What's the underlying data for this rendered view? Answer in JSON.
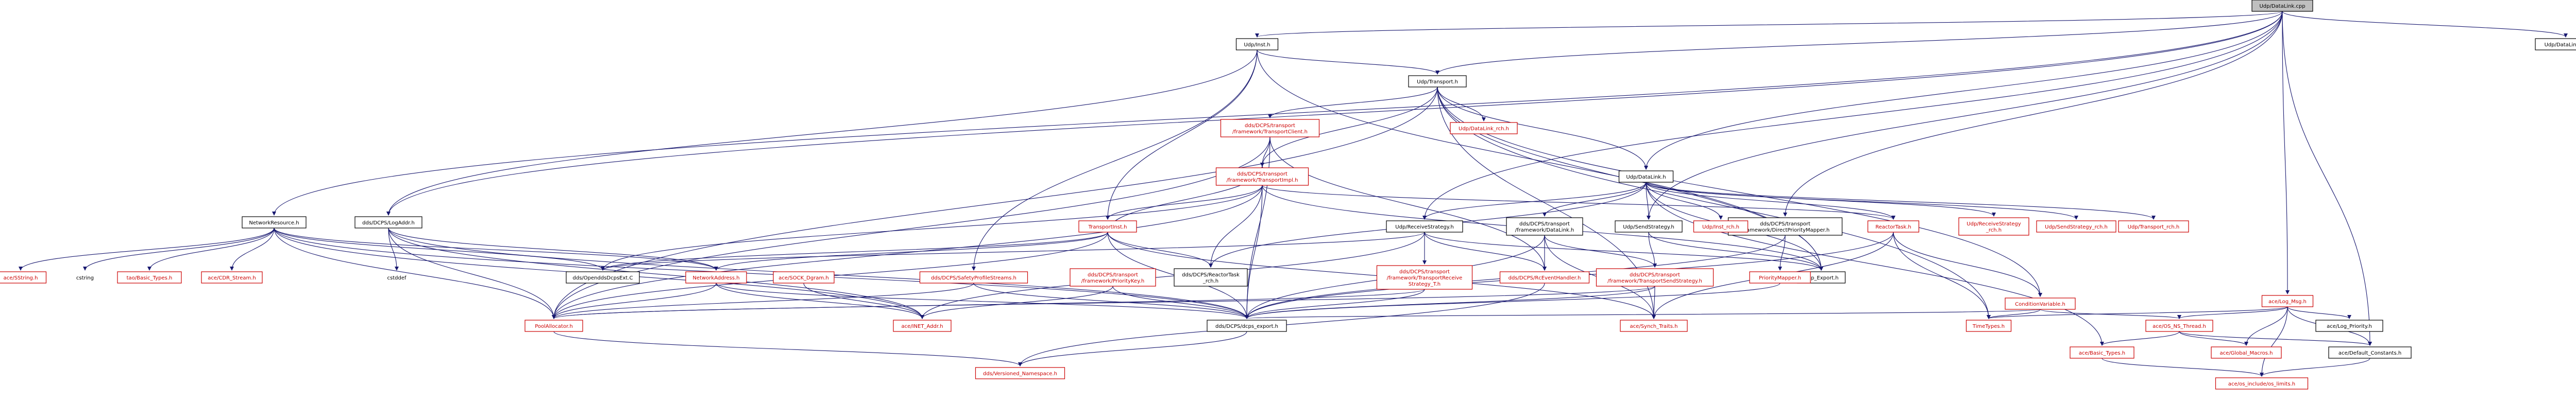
{
  "colors": {
    "edge": "#191970",
    "text_black": "#000000",
    "text_red": "#cc0000",
    "border_black": "#000000",
    "border_red": "#cc0000",
    "fill_root": "#bfbfbf",
    "fill_white": "#ffffff"
  },
  "nodes": [
    {
      "id": "root",
      "lines": [
        "Udp/DataLink.cpp"
      ],
      "style": "root"
    },
    {
      "id": "udp_inst",
      "lines": [
        "Udp/Inst.h"
      ],
      "style": "black"
    },
    {
      "id": "udp_transport",
      "lines": [
        "Udp/Transport.h"
      ],
      "style": "black"
    },
    {
      "id": "udp_datalink_inl",
      "lines": [
        "Udp/DataLink.inl"
      ],
      "style": "black"
    },
    {
      "id": "network_resource",
      "lines": [
        "NetworkResource.h"
      ],
      "style": "black"
    },
    {
      "id": "dds_logaddr",
      "lines": [
        "dds/DCPS/LogAddr.h"
      ],
      "style": "black"
    },
    {
      "id": "transport_client",
      "lines": [
        "dds/DCPS/transport",
        "/framework/TransportClient.h"
      ],
      "style": "red"
    },
    {
      "id": "udp_datalink_rch",
      "lines": [
        "Udp/DataLink_rch.h"
      ],
      "style": "red"
    },
    {
      "id": "transport_impl",
      "lines": [
        "dds/DCPS/transport",
        "/framework/TransportImpl.h"
      ],
      "style": "red"
    },
    {
      "id": "udp_datalink_h",
      "lines": [
        "Udp/DataLink.h"
      ],
      "style": "black"
    },
    {
      "id": "direct_priority_mapper",
      "lines": [
        "dds/DCPS/transport",
        "/framework/DirectPriorityMapper.h"
      ],
      "style": "black"
    },
    {
      "id": "transport_inst",
      "lines": [
        "TransportInst.h"
      ],
      "style": "red"
    },
    {
      "id": "udp_receive_strategy",
      "lines": [
        "Udp/ReceiveStrategy.h"
      ],
      "style": "black"
    },
    {
      "id": "dcps_datalink",
      "lines": [
        "dds/DCPS/transport",
        "/framework/DataLink.h"
      ],
      "style": "black"
    },
    {
      "id": "udp_send_strategy",
      "lines": [
        "Udp/SendStrategy.h"
      ],
      "style": "black"
    },
    {
      "id": "udp_inst_rch",
      "lines": [
        "Udp/Inst_rch.h"
      ],
      "style": "red"
    },
    {
      "id": "reactor_task",
      "lines": [
        "ReactorTask.h"
      ],
      "style": "red"
    },
    {
      "id": "udp_recv_strategy_rch",
      "lines": [
        "Udp/ReceiveStrategy",
        "_rch.h"
      ],
      "style": "red"
    },
    {
      "id": "udp_send_strategy_rch",
      "lines": [
        "Udp/SendStrategy_rch.h"
      ],
      "style": "red"
    },
    {
      "id": "udp_transport_rch",
      "lines": [
        "Udp/Transport_rch.h"
      ],
      "style": "red"
    },
    {
      "id": "udp_datalink_inl2",
      "lines": [
        "Udp/DataLink.inl"
      ],
      "style": "black"
    },
    {
      "id": "ace_log_msg",
      "lines": [
        "ace/Log_Msg.h"
      ],
      "style": "red"
    },
    {
      "id": "ace_sstring",
      "lines": [
        "ace/SString.h"
      ],
      "style": "red"
    },
    {
      "id": "cstring",
      "lines": [
        "cstring"
      ],
      "style": "gray"
    },
    {
      "id": "tao_basic_types",
      "lines": [
        "tao/Basic_Types.h"
      ],
      "style": "red"
    },
    {
      "id": "ace_cdr_stream",
      "lines": [
        "ace/CDR_Stream.h"
      ],
      "style": "red"
    },
    {
      "id": "cstddef",
      "lines": [
        "cstddef"
      ],
      "style": "gray"
    },
    {
      "id": "opendds_config",
      "lines": [
        "dds/OpenddsDcpsExt.C"
      ],
      "style": "black"
    },
    {
      "id": "network_address",
      "lines": [
        "NetworkAddress.h"
      ],
      "style": "red"
    },
    {
      "id": "ace_sock_dgram",
      "lines": [
        "ace/SOCK_Dgram.h"
      ],
      "style": "red"
    },
    {
      "id": "safety_profile_streams",
      "lines": [
        "dds/DCPS/SafetyProfileStreams.h"
      ],
      "style": "red"
    },
    {
      "id": "priority_key",
      "lines": [
        "dds/DCPS/transport",
        "/framework/PriorityKey.h"
      ],
      "style": "red"
    },
    {
      "id": "reactor_task_rch",
      "lines": [
        "dds/DCPS/ReactorTask",
        "_rch.h"
      ],
      "style": "black"
    },
    {
      "id": "transport_receive_strategy_t",
      "lines": [
        "dds/DCPS/transport",
        "/framework/TransportReceive",
        "Strategy_T.h"
      ],
      "style": "red"
    },
    {
      "id": "rcevent_handler",
      "lines": [
        "dds/DCPS/RcEventHandler.h"
      ],
      "style": "red"
    },
    {
      "id": "transport_send_strategy",
      "lines": [
        "dds/DCPS/transport",
        "/framework/TransportSendStrategy.h"
      ],
      "style": "red"
    },
    {
      "id": "udp_export",
      "lines": [
        "Udp_Export.h"
      ],
      "style": "black"
    },
    {
      "id": "priority_mapper",
      "lines": [
        "PriorityMapper.h"
      ],
      "style": "red"
    },
    {
      "id": "condition_variable",
      "lines": [
        "ConditionVariable.h"
      ],
      "style": "red"
    },
    {
      "id": "pool_allocator",
      "lines": [
        "PoolAllocator.h"
      ],
      "style": "red"
    },
    {
      "id": "ace_inet_addr",
      "lines": [
        "ace/INET_Addr.h"
      ],
      "style": "red"
    },
    {
      "id": "dcps_export",
      "lines": [
        "dds/DCPS/dcps_export.h"
      ],
      "style": "black"
    },
    {
      "id": "ace_synch_traits",
      "lines": [
        "ace/Synch_Traits.h"
      ],
      "style": "red"
    },
    {
      "id": "time_types",
      "lines": [
        "TimeTypes.h"
      ],
      "style": "red"
    },
    {
      "id": "ace_os_ns_thread",
      "lines": [
        "ace/OS_NS_Thread.h"
      ],
      "style": "red"
    },
    {
      "id": "ace_log_priority",
      "lines": [
        "ace/Log_Priority.h"
      ],
      "style": "black"
    },
    {
      "id": "ace_basic_types",
      "lines": [
        "ace/Basic_Types.h"
      ],
      "style": "red"
    },
    {
      "id": "ace_global_macros",
      "lines": [
        "ace/Global_Macros.h"
      ],
      "style": "red"
    },
    {
      "id": "ace_default_constants",
      "lines": [
        "ace/Default_Constants.h"
      ],
      "style": "black"
    },
    {
      "id": "versioned_namespace",
      "lines": [
        "dds/Versioned_Namespace.h"
      ],
      "style": "red"
    },
    {
      "id": "ace_limits",
      "lines": [
        "ace/os_include/os_limits.h"
      ],
      "style": "red"
    }
  ],
  "edges": [
    [
      "root",
      "udp_inst"
    ],
    [
      "root",
      "udp_transport"
    ],
    [
      "root",
      "udp_datalink_inl"
    ],
    [
      "root",
      "network_resource"
    ],
    [
      "root",
      "dds_logaddr"
    ],
    [
      "root",
      "udp_datalink_h"
    ],
    [
      "root",
      "udp_receive_strategy"
    ],
    [
      "root",
      "udp_send_strategy"
    ],
    [
      "root",
      "direct_priority_mapper"
    ],
    [
      "root",
      "ace_log_msg"
    ],
    [
      "root",
      "ace_default_constants"
    ],
    [
      "udp_inst",
      "udp_transport"
    ],
    [
      "udp_inst",
      "transport_inst"
    ],
    [
      "udp_inst",
      "dds_logaddr"
    ],
    [
      "udp_inst",
      "udp_export"
    ],
    [
      "udp_inst",
      "safety_profile_streams"
    ],
    [
      "udp_transport",
      "transport_client"
    ],
    [
      "udp_transport",
      "udp_datalink_rch"
    ],
    [
      "udp_transport",
      "transport_impl"
    ],
    [
      "udp_transport",
      "udp_datalink_h"
    ],
    [
      "udp_transport",
      "udp_export"
    ],
    [
      "udp_transport",
      "pool_allocator"
    ],
    [
      "udp_transport",
      "condition_variable"
    ],
    [
      "udp_transport",
      "time_types"
    ],
    [
      "udp_transport",
      "ace_synch_traits"
    ],
    [
      "transport_client",
      "transport_impl"
    ],
    [
      "transport_client",
      "dcps_export"
    ],
    [
      "transport_client",
      "rcevent_handler"
    ],
    [
      "transport_client",
      "pool_allocator"
    ],
    [
      "transport_impl",
      "transport_inst"
    ],
    [
      "transport_impl",
      "reactor_task"
    ],
    [
      "transport_impl",
      "reactor_task_rch"
    ],
    [
      "transport_impl",
      "opendds_config"
    ],
    [
      "transport_impl",
      "dcps_export"
    ],
    [
      "transport_impl",
      "pool_allocator"
    ],
    [
      "transport_impl",
      "udp_export"
    ],
    [
      "transport_inst",
      "transport_impl"
    ],
    [
      "transport_inst",
      "network_address"
    ],
    [
      "transport_inst",
      "reactor_task_rch"
    ],
    [
      "transport_inst",
      "ace_synch_traits"
    ],
    [
      "transport_inst",
      "dcps_export"
    ],
    [
      "transport_inst",
      "pool_allocator"
    ],
    [
      "transport_inst",
      "opendds_config"
    ],
    [
      "udp_datalink_h",
      "udp_receive_strategy"
    ],
    [
      "udp_datalink_h",
      "udp_send_strategy"
    ],
    [
      "udp_datalink_h",
      "dcps_datalink"
    ],
    [
      "udp_datalink_h",
      "udp_inst_rch"
    ],
    [
      "udp_datalink_h",
      "reactor_task"
    ],
    [
      "udp_datalink_h",
      "udp_recv_strategy_rch"
    ],
    [
      "udp_datalink_h",
      "udp_send_strategy_rch"
    ],
    [
      "udp_datalink_h",
      "udp_transport_rch"
    ],
    [
      "udp_datalink_h",
      "udp_export"
    ],
    [
      "udp_datalink_h",
      "ace_basic_types"
    ],
    [
      "udp_datalink_h",
      "reactor_task_rch"
    ],
    [
      "udp_receive_strategy",
      "transport_receive_strategy_t"
    ],
    [
      "udp_receive_strategy",
      "rcevent_handler"
    ],
    [
      "udp_receive_strategy",
      "udp_export"
    ],
    [
      "udp_receive_strategy",
      "ace_inet_addr"
    ],
    [
      "udp_receive_strategy",
      "opendds_config"
    ],
    [
      "udp_send_strategy",
      "transport_send_strategy"
    ],
    [
      "udp_send_strategy",
      "udp_export"
    ],
    [
      "dcps_datalink",
      "transport_send_strategy"
    ],
    [
      "dcps_datalink",
      "rcevent_handler"
    ],
    [
      "dcps_datalink",
      "dcps_export"
    ],
    [
      "dcps_datalink",
      "ace_synch_traits"
    ],
    [
      "transport_send_strategy",
      "dcps_export"
    ],
    [
      "transport_send_strategy",
      "ace_synch_traits"
    ],
    [
      "transport_send_strategy",
      "pool_allocator"
    ],
    [
      "transport_receive_strategy_t",
      "dcps_export"
    ],
    [
      "transport_receive_strategy_t",
      "pool_allocator"
    ],
    [
      "direct_priority_mapper",
      "priority_mapper"
    ],
    [
      "direct_priority_mapper",
      "dcps_export"
    ],
    [
      "priority_mapper",
      "dcps_export"
    ],
    [
      "reactor_task",
      "condition_variable"
    ],
    [
      "reactor_task",
      "time_types"
    ],
    [
      "reactor_task",
      "ace_synch_traits"
    ],
    [
      "reactor_task",
      "dcps_export"
    ],
    [
      "condition_variable",
      "ace_os_ns_thread"
    ],
    [
      "condition_variable",
      "time_types"
    ],
    [
      "condition_variable",
      "dcps_export"
    ],
    [
      "network_resource",
      "ace_sstring"
    ],
    [
      "network_resource",
      "cstring"
    ],
    [
      "network_resource",
      "tao_basic_types"
    ],
    [
      "network_resource",
      "ace_cdr_stream"
    ],
    [
      "network_resource",
      "network_address"
    ],
    [
      "network_resource",
      "ace_inet_addr"
    ],
    [
      "network_resource",
      "dcps_export"
    ],
    [
      "network_resource",
      "pool_allocator"
    ],
    [
      "network_resource",
      "opendds_config"
    ],
    [
      "dds_logaddr",
      "cstddef"
    ],
    [
      "dds_logaddr",
      "ace_inet_addr"
    ],
    [
      "dds_logaddr",
      "dcps_export"
    ],
    [
      "dds_logaddr",
      "pool_allocator"
    ],
    [
      "dds_logaddr",
      "network_address"
    ],
    [
      "network_address",
      "ace_inet_addr"
    ],
    [
      "network_address",
      "dcps_export"
    ],
    [
      "network_address",
      "pool_allocator"
    ],
    [
      "ace_sock_dgram",
      "ace_inet_addr"
    ],
    [
      "safety_profile_streams",
      "pool_allocator"
    ],
    [
      "safety_profile_streams",
      "dcps_export"
    ],
    [
      "priority_key",
      "dcps_export"
    ],
    [
      "priority_key",
      "ace_inet_addr"
    ],
    [
      "rcevent_handler",
      "versioned_namespace"
    ],
    [
      "pool_allocator",
      "versioned_namespace"
    ],
    [
      "dcps_export",
      "versioned_namespace"
    ],
    [
      "ace_log_msg",
      "ace_log_priority"
    ],
    [
      "ace_log_msg",
      "ace_os_ns_thread"
    ],
    [
      "ace_log_msg",
      "ace_default_constants"
    ],
    [
      "ace_log_msg",
      "ace_global_macros"
    ],
    [
      "ace_log_msg",
      "time_types"
    ],
    [
      "ace_log_msg",
      "ace_limits"
    ],
    [
      "ace_os_ns_thread",
      "ace_basic_types"
    ],
    [
      "ace_os_ns_thread",
      "ace_global_macros"
    ],
    [
      "ace_os_ns_thread",
      "ace_default_constants"
    ],
    [
      "ace_basic_types",
      "ace_limits"
    ],
    [
      "ace_default_constants",
      "ace_limits"
    ]
  ]
}
